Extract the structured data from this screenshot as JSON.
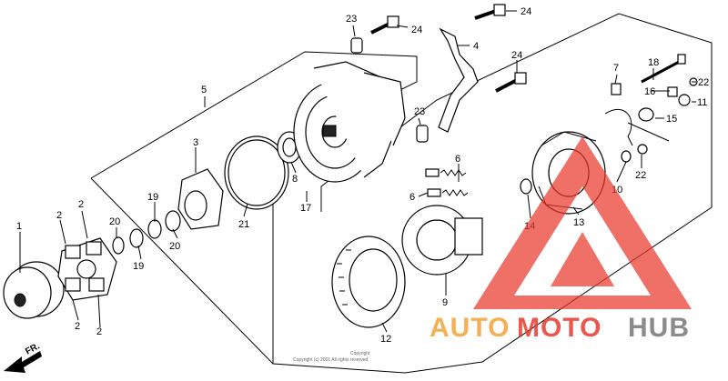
{
  "diagram": {
    "labels": {
      "p1": "1",
      "p2a": "2",
      "p2b": "2",
      "p2c": "2",
      "p2d": "2",
      "p3": "3",
      "p4": "4",
      "p5": "5",
      "p6a": "6",
      "p6b": "6",
      "p7": "7",
      "p8": "8",
      "p9": "9",
      "p10": "10",
      "p11": "11",
      "p12": "12",
      "p13": "13",
      "p14": "14",
      "p15": "15",
      "p16": "16",
      "p17": "17",
      "p18": "18",
      "p19a": "19",
      "p19b": "19",
      "p20a": "20",
      "p20b": "20",
      "p21": "21",
      "p22a": "22",
      "p22b": "22",
      "p23a": "23",
      "p23b": "23",
      "p24a": "24",
      "p24b": "24",
      "p24c": "24"
    },
    "front_marker": "FR.",
    "copyright": "Copyright",
    "copyright_small": "Copyright (c) 2001 All rights reserved"
  },
  "watermark": {
    "text_auto": "AUTO",
    "text_moto": "MOTO",
    "text_hub": "HUB",
    "color_red": "#e8392e",
    "color_orange": "#f2a33a",
    "color_gray": "#777777"
  }
}
